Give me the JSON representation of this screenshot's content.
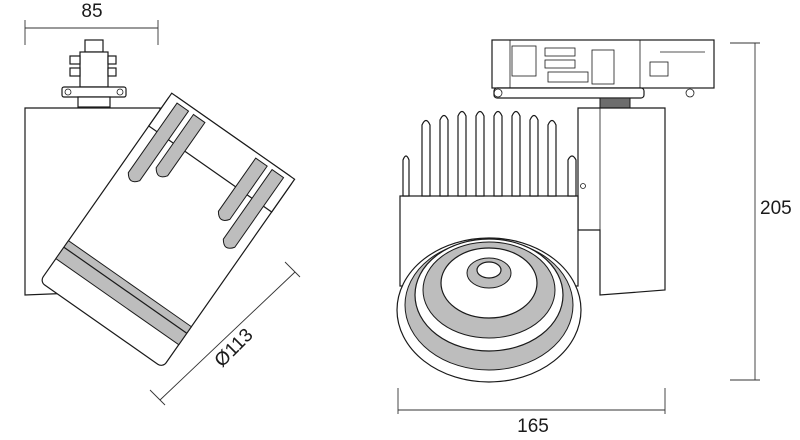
{
  "dimensions": {
    "width_top": "85",
    "diameter": "Ø113",
    "length_bottom": "165",
    "height_right": "205"
  }
}
